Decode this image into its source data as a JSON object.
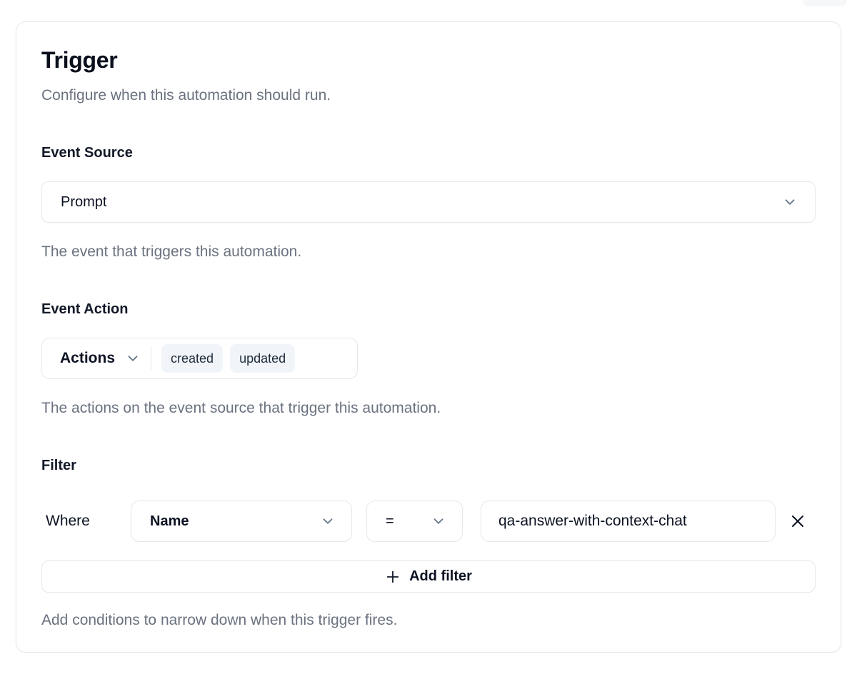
{
  "header": {
    "title": "Trigger",
    "subtitle": "Configure when this automation should run."
  },
  "event_source": {
    "label": "Event Source",
    "value": "Prompt",
    "help": "The event that triggers this automation."
  },
  "event_action": {
    "label": "Event Action",
    "dropdown_label": "Actions",
    "selected": [
      "created",
      "updated"
    ],
    "help": "The actions on the event source that trigger this automation."
  },
  "filter": {
    "label": "Filter",
    "where_label": "Where",
    "field_value": "Name",
    "operator_value": "=",
    "value": "qa-answer-with-context-chat",
    "add_button_label": "Add filter",
    "help": "Add conditions to narrow down when this trigger fires."
  },
  "theme": {
    "card_border": "#e4e7ec",
    "chip_background": "#f1f5f9",
    "text_primary": "#0c1222",
    "text_muted": "#6b7280",
    "chevron": "#64748b"
  },
  "icons": {
    "chevron_down": "chevron-down",
    "close": "x",
    "plus": "plus"
  }
}
